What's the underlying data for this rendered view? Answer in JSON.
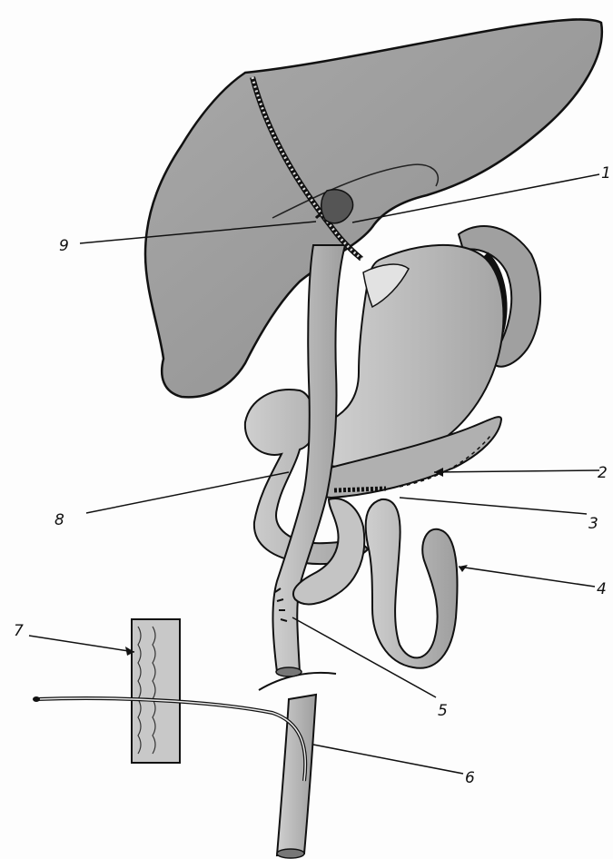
{
  "labels": [
    {
      "id": "1",
      "text": "1"
    },
    {
      "id": "2",
      "text": "2"
    },
    {
      "id": "3",
      "text": "3"
    },
    {
      "id": "4",
      "text": "4"
    },
    {
      "id": "5",
      "text": "5"
    },
    {
      "id": "6",
      "text": "6"
    },
    {
      "id": "7",
      "text": "7"
    },
    {
      "id": "8",
      "text": "8"
    },
    {
      "id": "9",
      "text": "9"
    }
  ],
  "colors": {
    "ink": "#111111",
    "liver": "#9b9b9b",
    "stomach": "#bdbdbd",
    "bowel": "#b7b7b7",
    "paper": "#fdfdfd"
  }
}
